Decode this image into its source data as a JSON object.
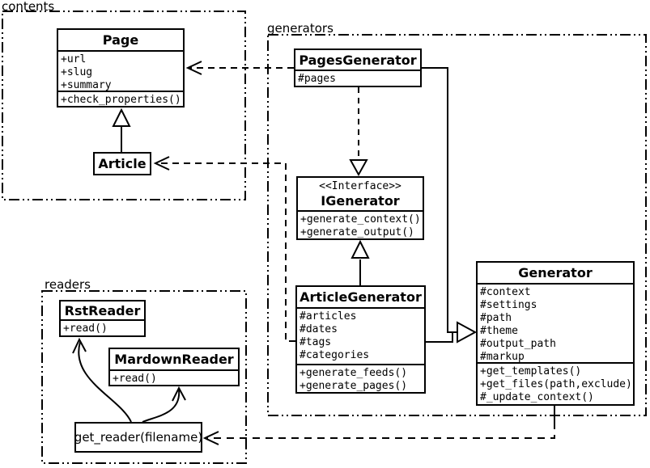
{
  "diagram_title": "UML class diagram of a static site generator",
  "colors": {
    "line": "#000000",
    "background": "#ffffff",
    "box_fill": "#ffffff"
  },
  "packages": {
    "contents": {
      "label": "contents"
    },
    "generators": {
      "label": "generators"
    },
    "readers": {
      "label": "readers"
    }
  },
  "classes": {
    "page": {
      "title": "Page",
      "attributes": [
        "+url",
        "+slug",
        "+summary"
      ],
      "methods": [
        "+check_properties()"
      ]
    },
    "article": {
      "title": "Article"
    },
    "pages_generator": {
      "title": "PagesGenerator",
      "attributes": [
        "#pages"
      ]
    },
    "igenerator": {
      "stereotype": "<<Interface>>",
      "title": "IGenerator",
      "methods": [
        "+generate_context()",
        "+generate_output()"
      ]
    },
    "article_generator": {
      "title": "ArticleGenerator",
      "attributes": [
        "#articles",
        "#dates",
        "#tags",
        "#categories"
      ],
      "methods": [
        "+generate_feeds()",
        "+generate_pages()"
      ]
    },
    "generator": {
      "title": "Generator",
      "attributes": [
        "#context",
        "#settings",
        "#path",
        "#theme",
        "#output_path",
        "#markup"
      ],
      "methods": [
        "+get_templates()",
        "+get_files(path,exclude)",
        "#_update_context()"
      ]
    },
    "rst_reader": {
      "title": "RstReader",
      "methods": [
        "+read()"
      ]
    },
    "mardown_reader": {
      "title": "MardownReader",
      "methods": [
        "+read()"
      ]
    },
    "get_reader": {
      "label": "get_reader(filename)"
    }
  },
  "relationships": [
    {
      "from": "Article",
      "to": "Page",
      "type": "generalization"
    },
    {
      "from": "PagesGenerator",
      "to": "Page",
      "type": "dependency"
    },
    {
      "from": "ArticleGenerator",
      "to": "Article",
      "type": "dependency"
    },
    {
      "from": "PagesGenerator",
      "to": "IGenerator",
      "type": "realization"
    },
    {
      "from": "ArticleGenerator",
      "to": "IGenerator",
      "type": "generalization"
    },
    {
      "from": "PagesGenerator",
      "to": "Generator",
      "type": "generalization"
    },
    {
      "from": "ArticleGenerator",
      "to": "Generator",
      "type": "generalization"
    },
    {
      "from": "Generator",
      "to": "get_reader(filename)",
      "type": "dependency"
    },
    {
      "from": "get_reader(filename)",
      "to": "RstReader",
      "type": "arrow"
    },
    {
      "from": "get_reader(filename)",
      "to": "MardownReader",
      "type": "arrow"
    }
  ]
}
